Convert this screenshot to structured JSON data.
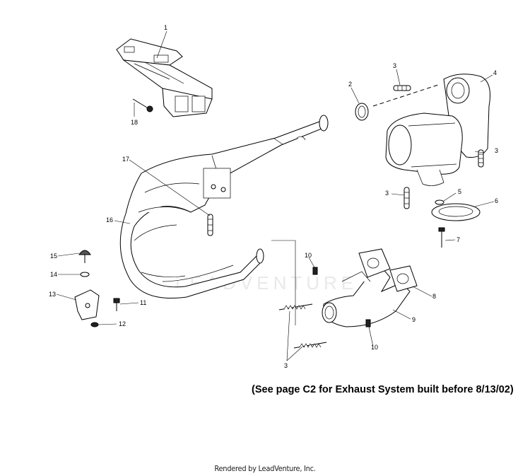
{
  "diagram": {
    "callouts": [
      {
        "id": "c1",
        "text": "1"
      },
      {
        "id": "c2",
        "text": "2"
      },
      {
        "id": "c3a",
        "text": "3"
      },
      {
        "id": "c4",
        "text": "4"
      },
      {
        "id": "c3b",
        "text": "3"
      },
      {
        "id": "c3c",
        "text": "3"
      },
      {
        "id": "c5",
        "text": "5"
      },
      {
        "id": "c6",
        "text": "6"
      },
      {
        "id": "c7",
        "text": "7"
      },
      {
        "id": "c8",
        "text": "8"
      },
      {
        "id": "c9",
        "text": "9"
      },
      {
        "id": "c10a",
        "text": "10"
      },
      {
        "id": "c10b",
        "text": "10"
      },
      {
        "id": "c3d",
        "text": "3"
      },
      {
        "id": "c11",
        "text": "11"
      },
      {
        "id": "c12",
        "text": "12"
      },
      {
        "id": "c13",
        "text": "13"
      },
      {
        "id": "c14",
        "text": "14"
      },
      {
        "id": "c15",
        "text": "15"
      },
      {
        "id": "c16",
        "text": "16"
      },
      {
        "id": "c17",
        "text": "17"
      },
      {
        "id": "c18",
        "text": "18"
      }
    ],
    "note": "(See page C2 for Exhaust System built before 8/13/02)",
    "watermark": "LEADVENTURE",
    "footer": "Rendered by LeadVenture, Inc."
  }
}
